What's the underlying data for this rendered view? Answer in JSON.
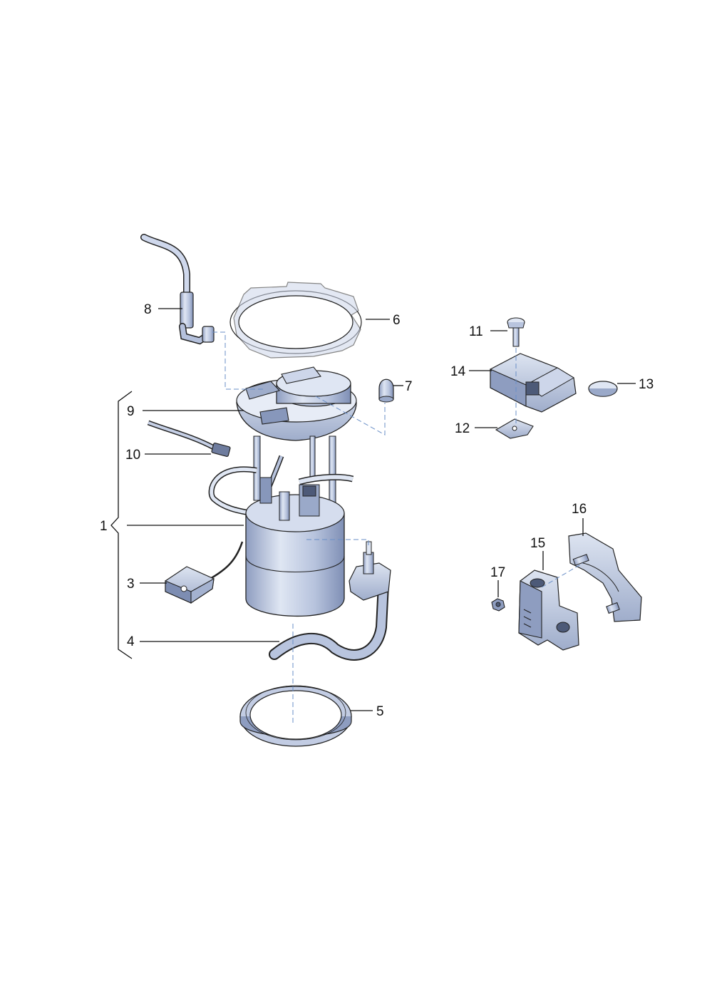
{
  "callouts": {
    "c1": "1",
    "c3": "3",
    "c4": "4",
    "c5": "5",
    "c6": "6",
    "c7": "7",
    "c8": "8",
    "c9": "9",
    "c10": "10",
    "c11": "11",
    "c12": "12",
    "c13": "13",
    "c14": "14",
    "c15": "15",
    "c16": "16",
    "c17": "17"
  },
  "colors": {
    "part_fill": "#c8d2e6",
    "part_shade": "#9aa9c9",
    "part_dark": "#4d5a78",
    "outline": "#222222",
    "leader": "#111111",
    "dash": "#6a8fc7"
  }
}
